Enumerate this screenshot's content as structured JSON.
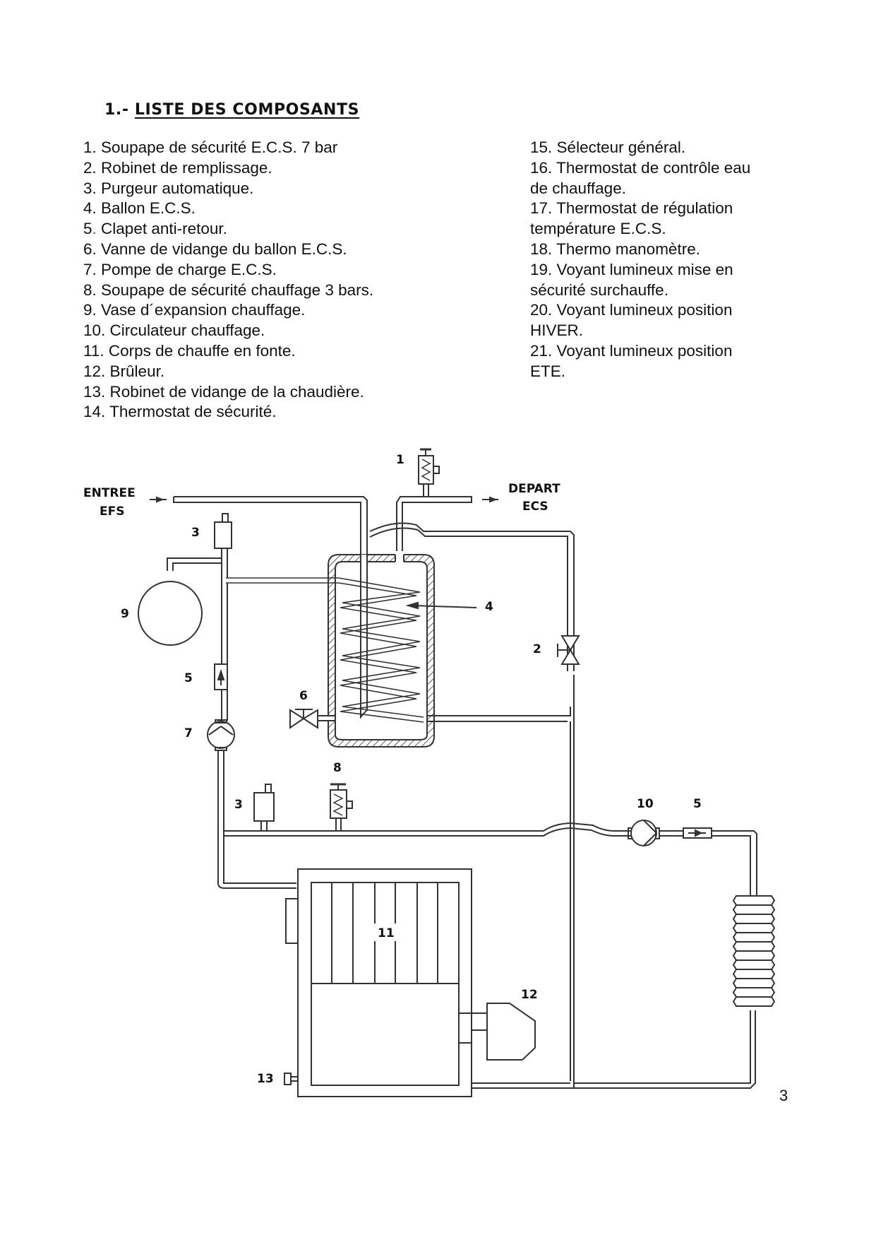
{
  "section": {
    "number": "1.-",
    "title": "LISTE DES COMPOSANTS"
  },
  "components_left": [
    {
      "num": "1",
      "label": "Soupape de sécurité E.C.S. 7 bar"
    },
    {
      "num": "2",
      "label": "Robinet de remplissage."
    },
    {
      "num": "3",
      "label": "Purgeur automatique."
    },
    {
      "num": "4",
      "label": "Ballon E.C.S."
    },
    {
      "num": "5",
      "label": "Clapet anti-retour."
    },
    {
      "num": "6",
      "label": "Vanne de vidange du ballon E.C.S."
    },
    {
      "num": "7",
      "label": "Pompe de charge E.C.S."
    },
    {
      "num": "8",
      "label": "Soupape de sécurité chauffage 3 bars."
    },
    {
      "num": "9",
      "label": "Vase d´expansion chauffage."
    },
    {
      "num": "10",
      "label": "Circulateur chauffage."
    },
    {
      "num": "11",
      "label": "Corps de chauffe en fonte."
    },
    {
      "num": "12",
      "label": "Brûleur."
    },
    {
      "num": "13",
      "label": "Robinet de vidange de la chaudière."
    },
    {
      "num": "14",
      "label": "Thermostat de sécurité."
    }
  ],
  "components_right": [
    {
      "num": "15",
      "line1": "Sélecteur général.",
      "line2": ""
    },
    {
      "num": "16",
      "line1": "Thermostat de contrôle eau",
      "line2": "de chauffage."
    },
    {
      "num": "17",
      "line1": "Thermostat de régulation",
      "line2": "température E.C.S."
    },
    {
      "num": "18",
      "line1": "Thermo manomètre.",
      "line2": ""
    },
    {
      "num": "19",
      "line1": "Voyant lumineux mise en",
      "line2": "sécurité surchauffe."
    },
    {
      "num": "20",
      "line1": "Voyant lumineux position",
      "line2": "HIVER."
    },
    {
      "num": "21",
      "line1": "Voyant lumineux position",
      "line2": "ETE."
    }
  ],
  "diagram": {
    "inlet_label_1": "ENTREE",
    "inlet_label_2": "EFS",
    "outlet_label_1": "DEPART",
    "outlet_label_2": "ECS",
    "callouts": {
      "c1": "1",
      "c2": "2",
      "c3a": "3",
      "c3b": "3",
      "c4": "4",
      "c5a": "5",
      "c5b": "5",
      "c6": "6",
      "c7": "7",
      "c8": "8",
      "c9": "9",
      "c10": "10",
      "c11": "11",
      "c12": "12",
      "c13": "13"
    }
  },
  "page_number": "3"
}
